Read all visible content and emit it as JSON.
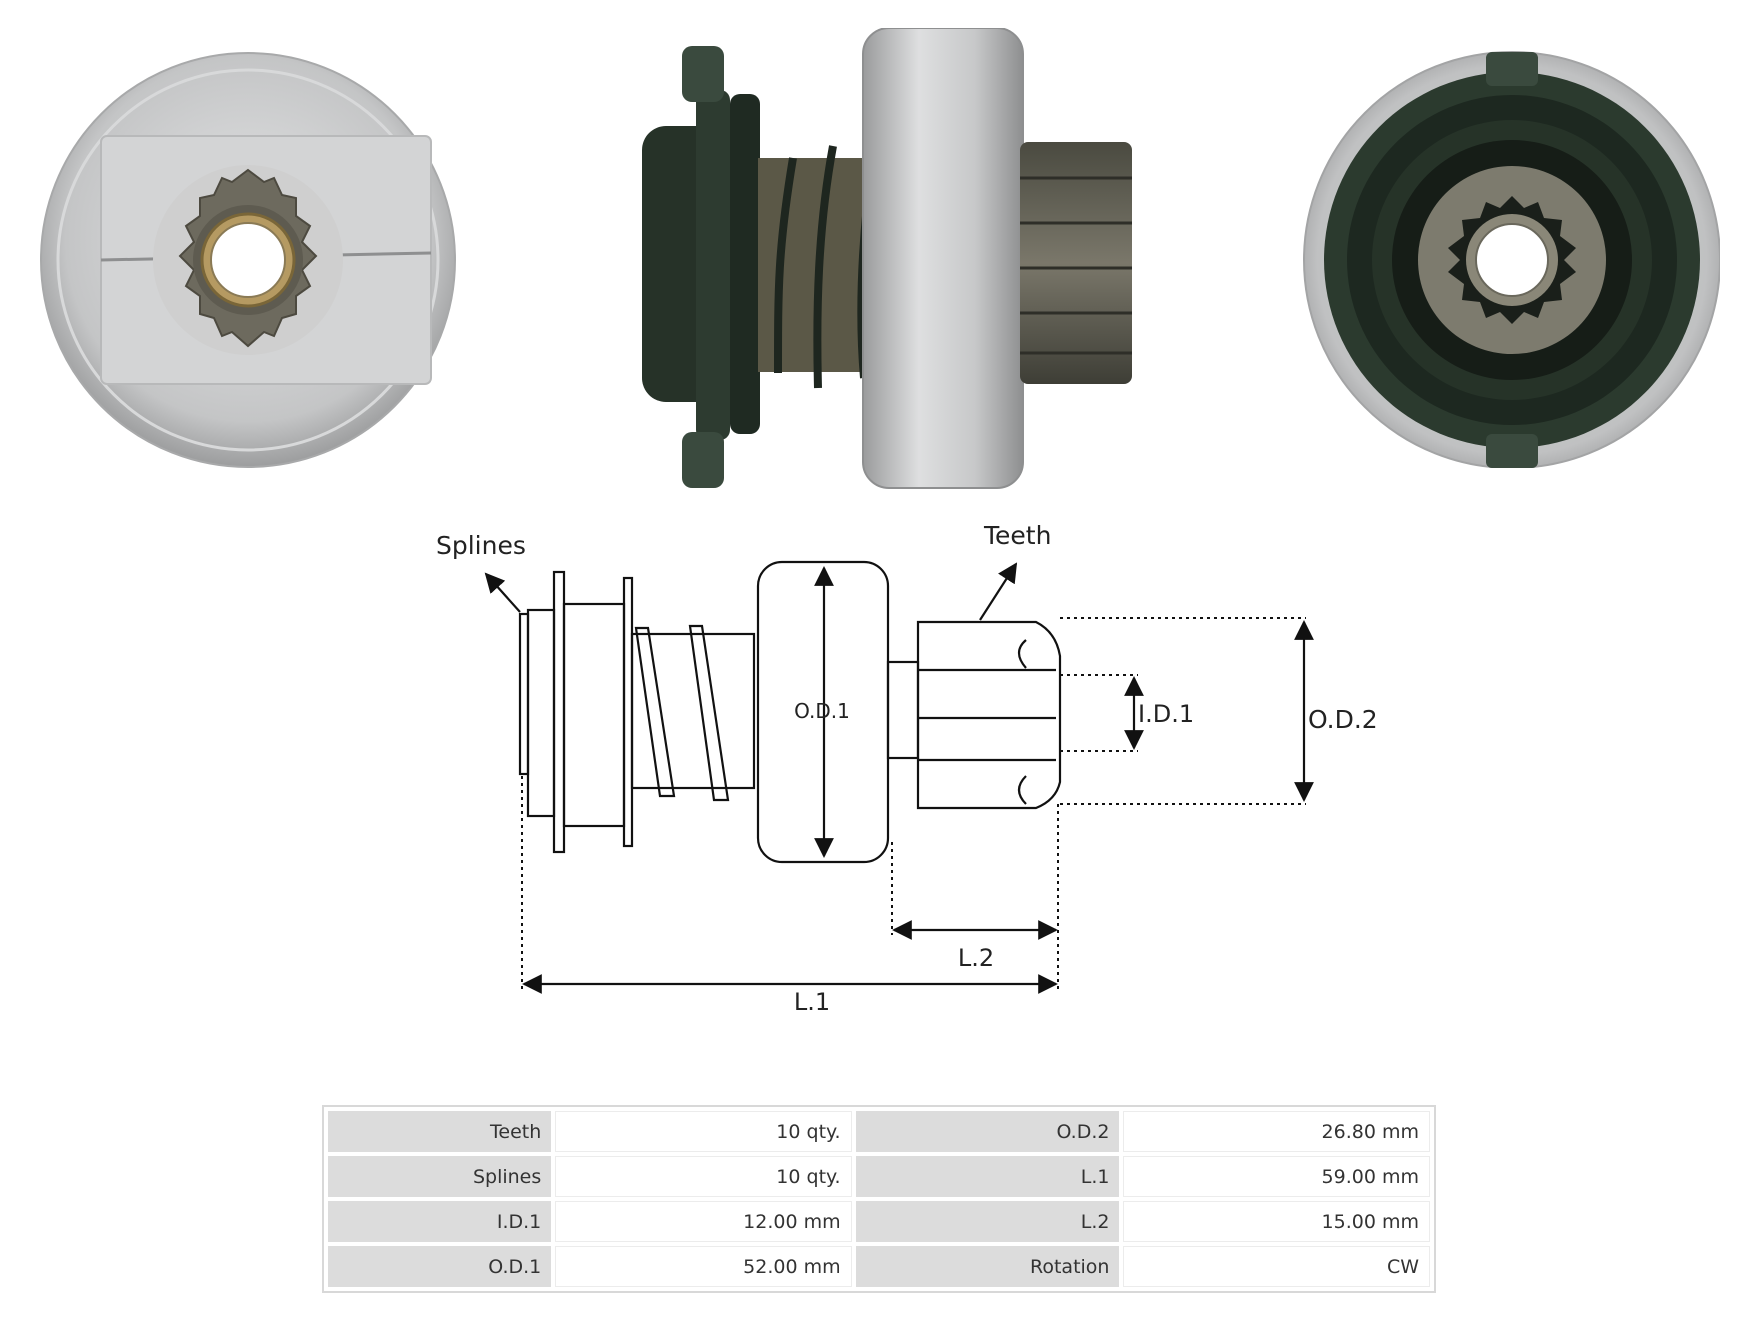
{
  "diagram": {
    "splines_label": "Splines",
    "teeth_label": "Teeth",
    "od1_label": "O.D.1",
    "id1_label": "I.D.1",
    "od2_label": "O.D.2",
    "l2_label": "L.2",
    "l1_label": "L.1"
  },
  "specs": [
    {
      "k1": "Teeth",
      "v1": "10 qty.",
      "k2": "O.D.2",
      "v2": "26.80 mm"
    },
    {
      "k1": "Splines",
      "v1": "10 qty.",
      "k2": "L.1",
      "v2": "59.00 mm"
    },
    {
      "k1": "I.D.1",
      "v1": "12.00 mm",
      "k2": "L.2",
      "v2": "15.00 mm"
    },
    {
      "k1": "O.D.1",
      "v1": "52.00 mm",
      "k2": "Rotation",
      "v2": "CW"
    }
  ],
  "colors": {
    "silver": "#c9cacb",
    "dark_green": "#243328",
    "gear": "#6d6a5e"
  }
}
